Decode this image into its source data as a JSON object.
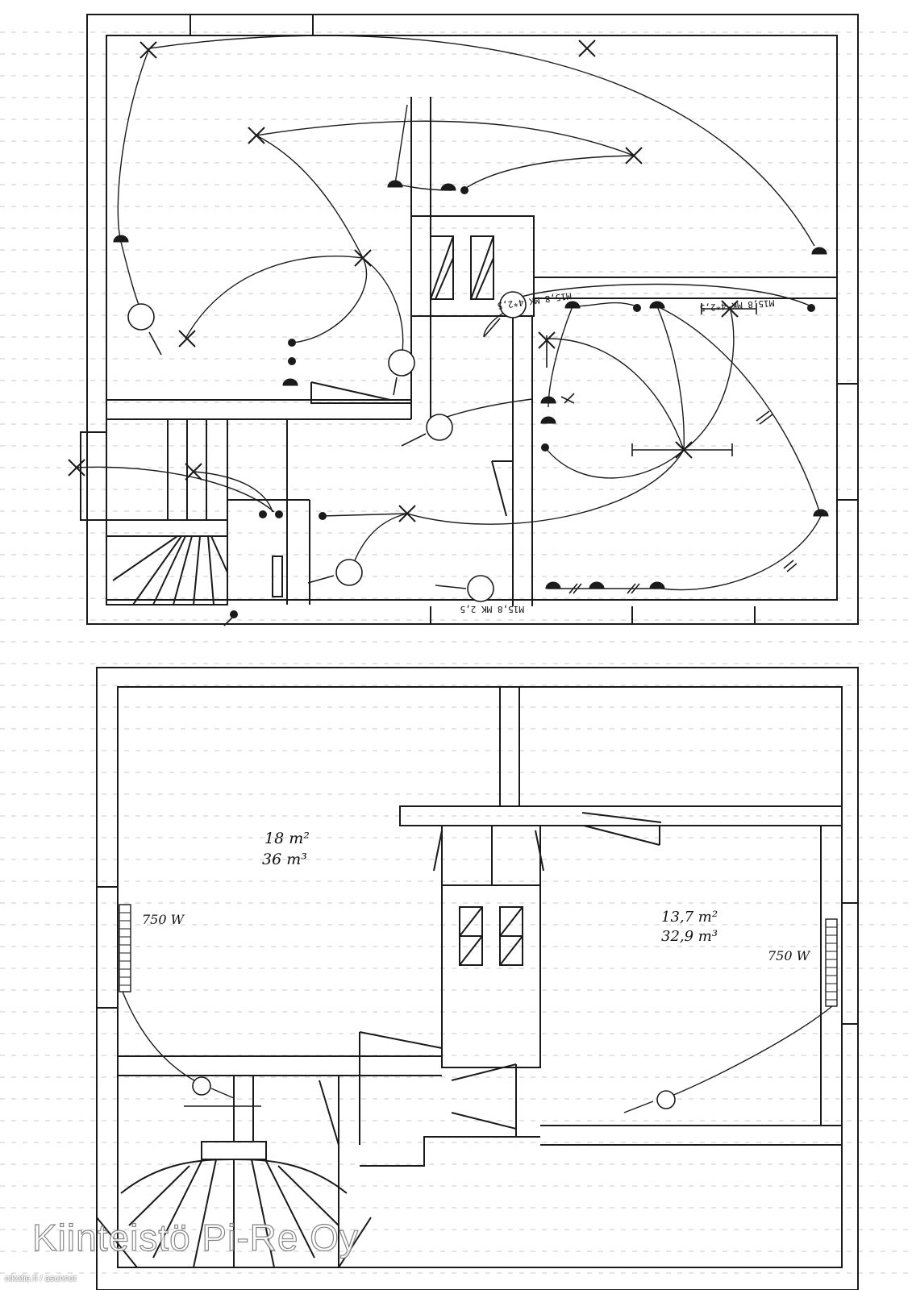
{
  "upper_floor": {
    "cable_labels": [
      "M15,8 MK 4*2,5",
      "M15,8 MK 4*2,5",
      "M15,8 MK 2,5"
    ]
  },
  "lower_floor": {
    "room_left": {
      "area": "18 m²",
      "volume": "36 m³",
      "heater": "750 W"
    },
    "room_right": {
      "area": "13,7 m²",
      "volume": "32,9 m³",
      "heater": "750 W"
    }
  },
  "watermark": "Kiinteistö Pi-Re Oy",
  "source": "oikotie.fi / asunnot",
  "colors": {
    "line": "#1a1a1a",
    "grid": "#c8c8c8",
    "paper": "#ffffff"
  }
}
